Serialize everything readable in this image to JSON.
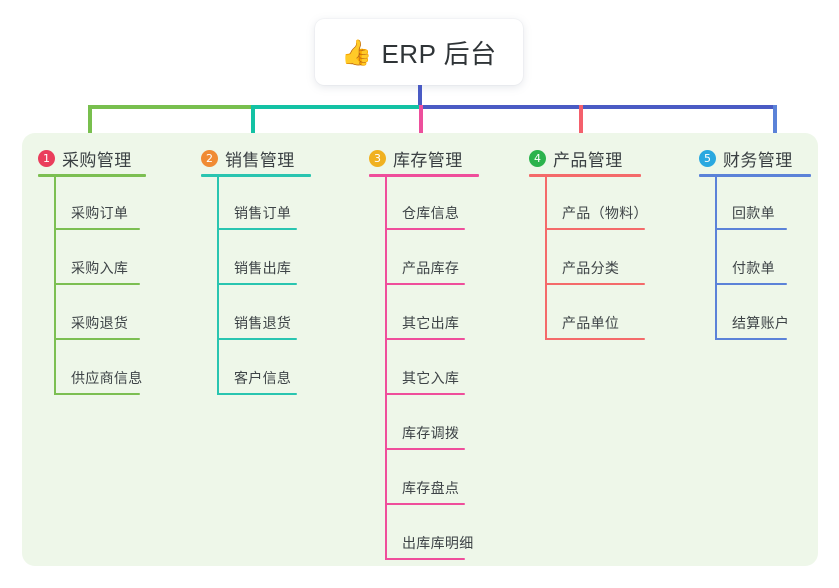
{
  "root": {
    "icon": "thumbs-up-icon",
    "emoji": "👍",
    "label": "ERP 后台"
  },
  "panel": {
    "background_color": "#eef7e9"
  },
  "connector_colors": {
    "green": "#78bf4e",
    "teal": "#13c2a4",
    "pink": "#ed4f9c",
    "blue": "#4a5bc4",
    "red": "#f4606c"
  },
  "columns": [
    {
      "number": "1",
      "badge_color": "#ea3d5c",
      "accent_color": "#7cbf52",
      "title": "采购管理",
      "items": [
        {
          "label": "采购订单"
        },
        {
          "label": "采购入库"
        },
        {
          "label": "采购退货"
        },
        {
          "label": "供应商信息"
        }
      ]
    },
    {
      "number": "2",
      "badge_color": "#f08b34",
      "accent_color": "#29c5b0",
      "title": "销售管理",
      "items": [
        {
          "label": "销售订单"
        },
        {
          "label": "销售出库"
        },
        {
          "label": "销售退货"
        },
        {
          "label": "客户信息"
        }
      ]
    },
    {
      "number": "3",
      "badge_color": "#f0b120",
      "accent_color": "#ef4e9b",
      "title": "库存管理",
      "items": [
        {
          "label": "仓库信息"
        },
        {
          "label": "产品库存"
        },
        {
          "label": "其它出库"
        },
        {
          "label": "其它入库"
        },
        {
          "label": "库存调拨"
        },
        {
          "label": "库存盘点"
        },
        {
          "label": "出库库明细"
        }
      ]
    },
    {
      "number": "4",
      "badge_color": "#2bb34d",
      "accent_color": "#f46a6a",
      "title": "产品管理",
      "items": [
        {
          "label": "产品（物料）"
        },
        {
          "label": "产品分类"
        },
        {
          "label": "产品单位"
        }
      ]
    },
    {
      "number": "5",
      "badge_color": "#29a8e0",
      "accent_color": "#5b82d8",
      "title": "财务管理",
      "items": [
        {
          "label": "回款单"
        },
        {
          "label": "付款单"
        },
        {
          "label": "结算账户"
        }
      ]
    }
  ]
}
